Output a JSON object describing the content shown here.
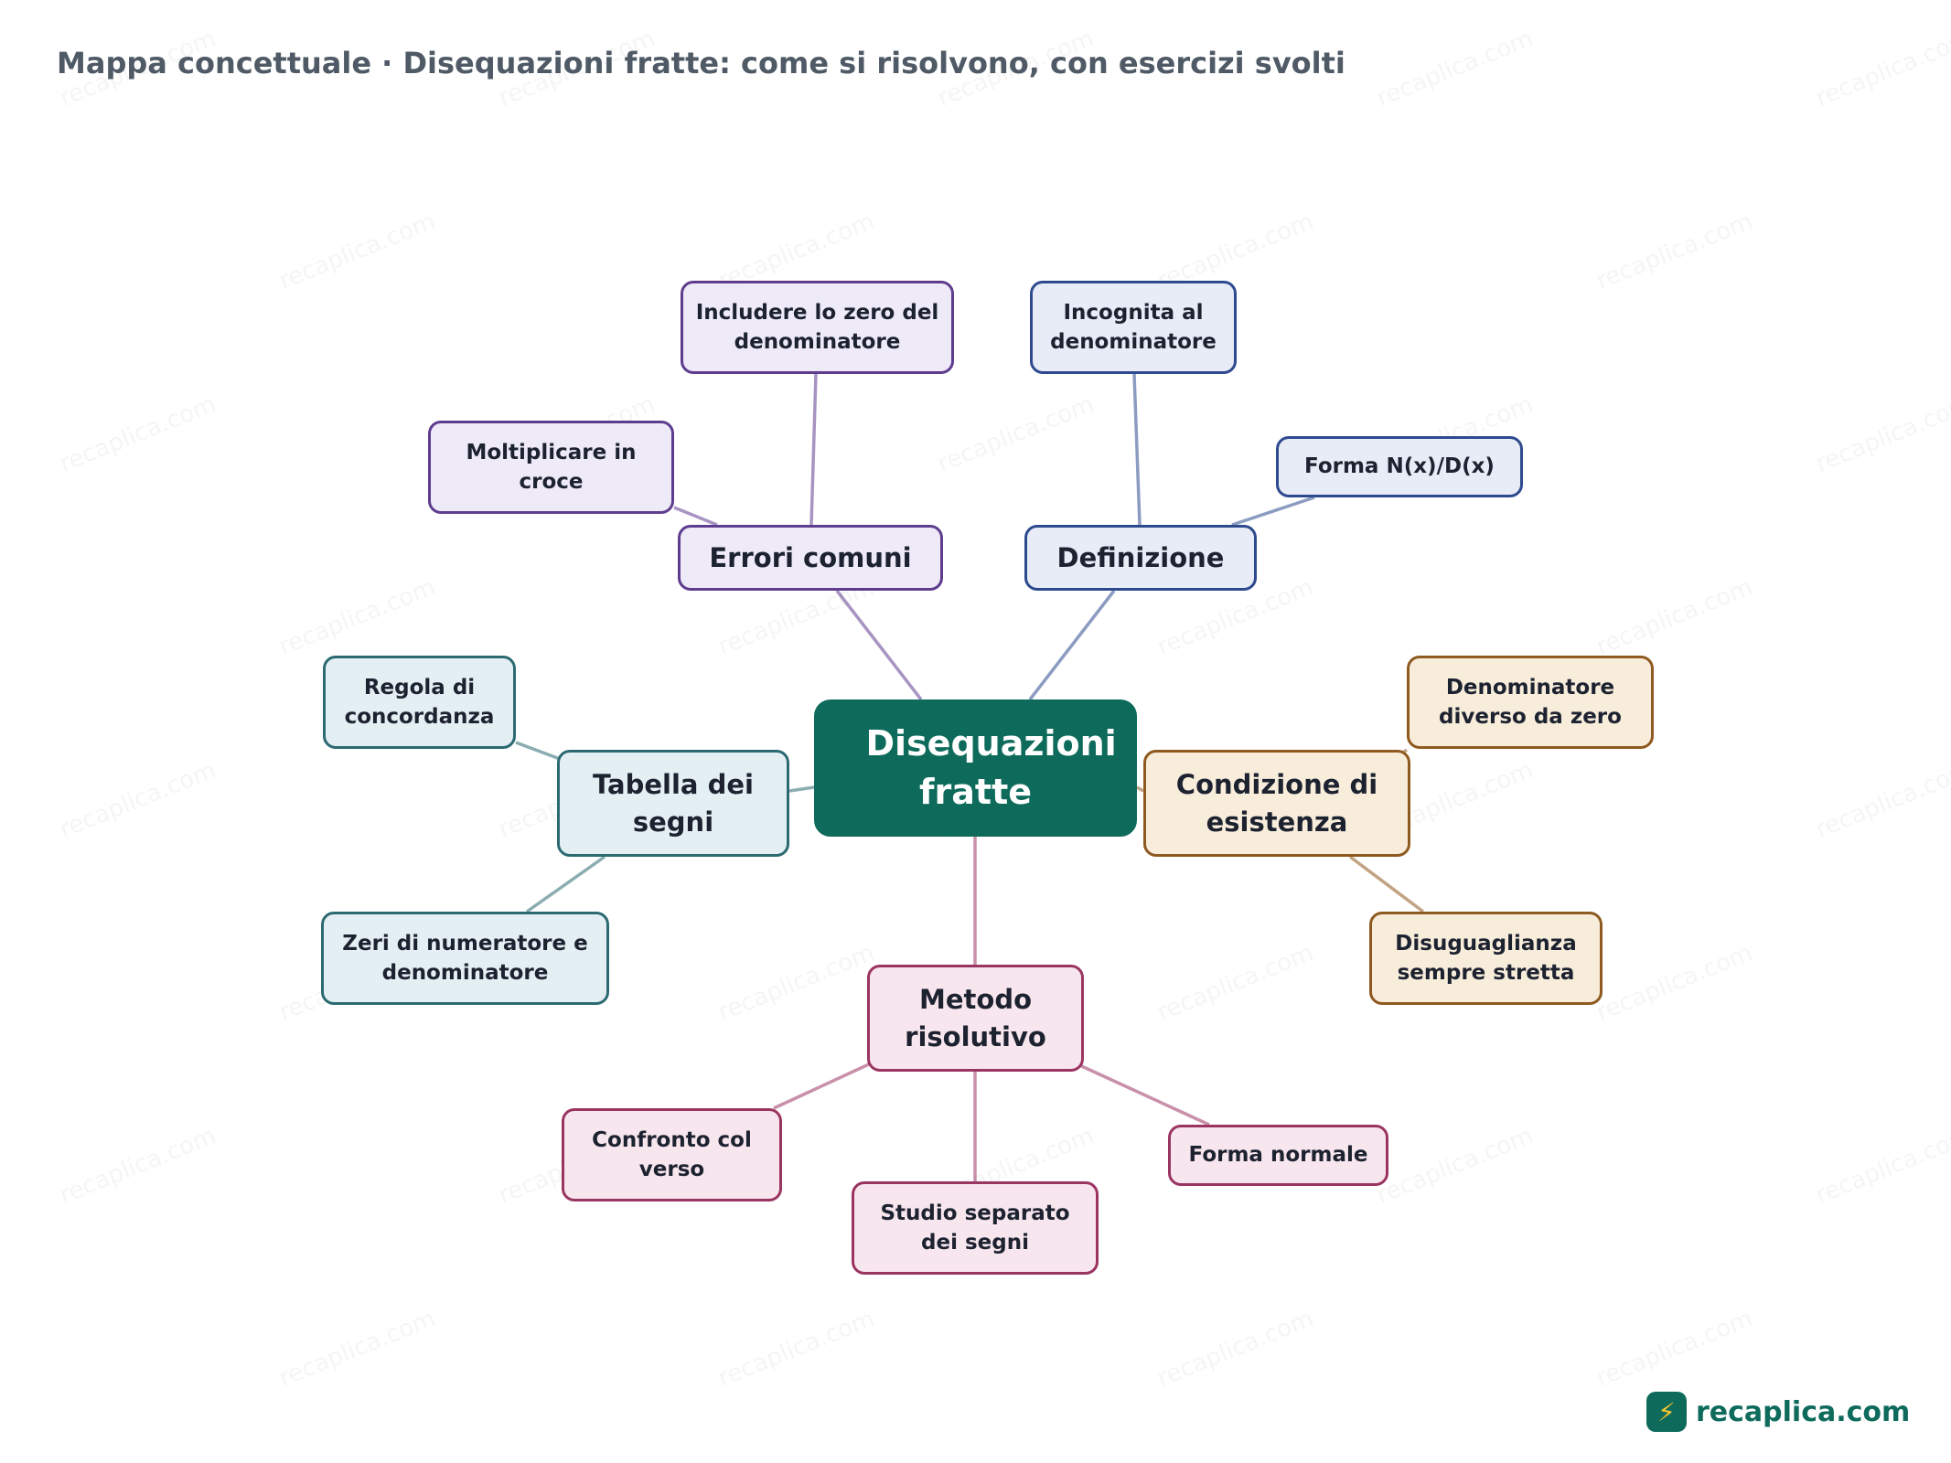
{
  "header": {
    "title": "Mappa concettuale · Disequazioni fratte: come si risolvono, con esercizi svolti"
  },
  "watermark_text": "recaplica.com",
  "brand": {
    "name": "recaplica.com",
    "icon": "lightning-bolt-icon"
  },
  "colors": {
    "center": "#0e6b5c",
    "errori": "#5e3d8f",
    "definizione": "#2e4a8e",
    "tabella": "#2c6a72",
    "condizione": "#8f5a1f",
    "metodo": "#9a3562"
  },
  "map": {
    "center": "Disequazioni fratte",
    "errori": {
      "label": "Errori comuni",
      "items": [
        "Includere lo zero del denominatore",
        "Moltiplicare in croce"
      ]
    },
    "definizione": {
      "label": "Definizione",
      "items": [
        "Incognita al denominatore",
        "Forma N(x)/D(x)"
      ]
    },
    "tabella": {
      "label": "Tabella dei segni",
      "items": [
        "Regola di concordanza",
        "Zeri di numeratore e denominatore"
      ]
    },
    "condizione": {
      "label": "Condizione di esistenza",
      "items": [
        "Denominatore diverso da zero",
        "Disuguaglianza sempre stretta"
      ]
    },
    "metodo": {
      "label": "Metodo risolutivo",
      "items": [
        "Confronto col verso",
        "Studio separato dei segni",
        "Forma normale"
      ]
    }
  }
}
